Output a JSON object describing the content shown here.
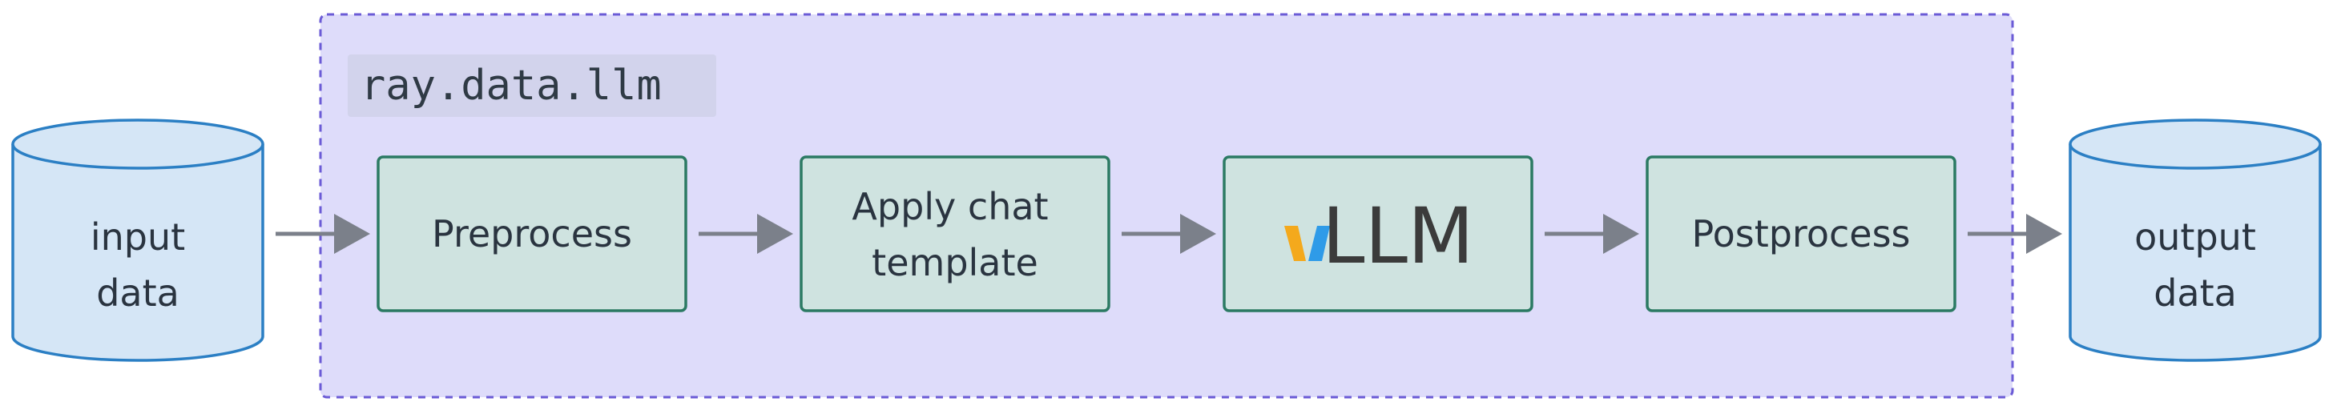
{
  "diagram": {
    "group_label": "ray.data.llm",
    "input_node": {
      "line1": "input",
      "line2": "data"
    },
    "output_node": {
      "line1": "output",
      "line2": "data"
    },
    "steps": {
      "preprocess": "Preprocess",
      "chat_template_line1": "Apply chat",
      "chat_template_line2": "template",
      "vllm_logo_text": "LLM",
      "postprocess": "Postprocess"
    },
    "colors": {
      "group_fill": "#dedcfa",
      "group_border": "#6b5bd6",
      "label_bg": "#d2d3ec",
      "step_fill": "#cfe3e0",
      "step_border": "#2b7a63",
      "db_fill": "#d5e6f6",
      "db_border": "#2b7fc4",
      "arrow": "#7b808a",
      "vllm_orange": "#f4a91c",
      "vllm_blue": "#2f9be8"
    }
  }
}
